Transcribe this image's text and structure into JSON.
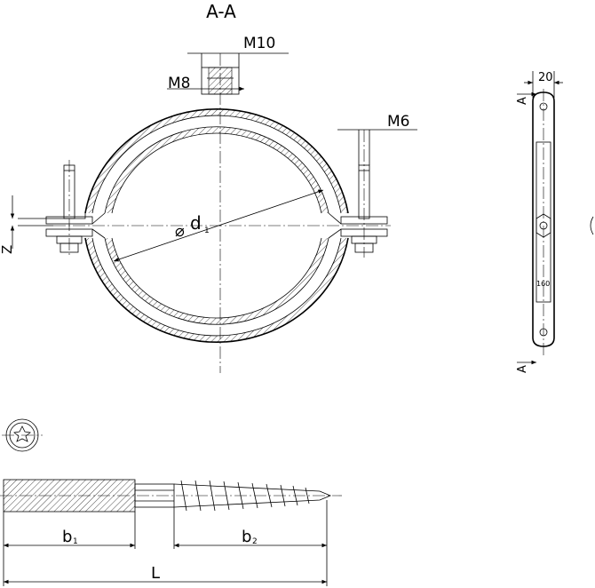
{
  "section_label": "A-A",
  "thread_top_outer": "M10",
  "thread_top_inner": "M8",
  "thread_side": "M6",
  "diameter_symbol": "⌀",
  "diameter_letter": "d",
  "diameter_sub": "1",
  "gap_label": "Z",
  "width_value": "20",
  "cut_marker_top": "A",
  "cut_marker_bottom": "A",
  "screw_dims": {
    "b1": "b",
    "b1_sub": "1",
    "b2": "b",
    "b2_sub": "2",
    "L": "L"
  },
  "stamp_text": "160"
}
